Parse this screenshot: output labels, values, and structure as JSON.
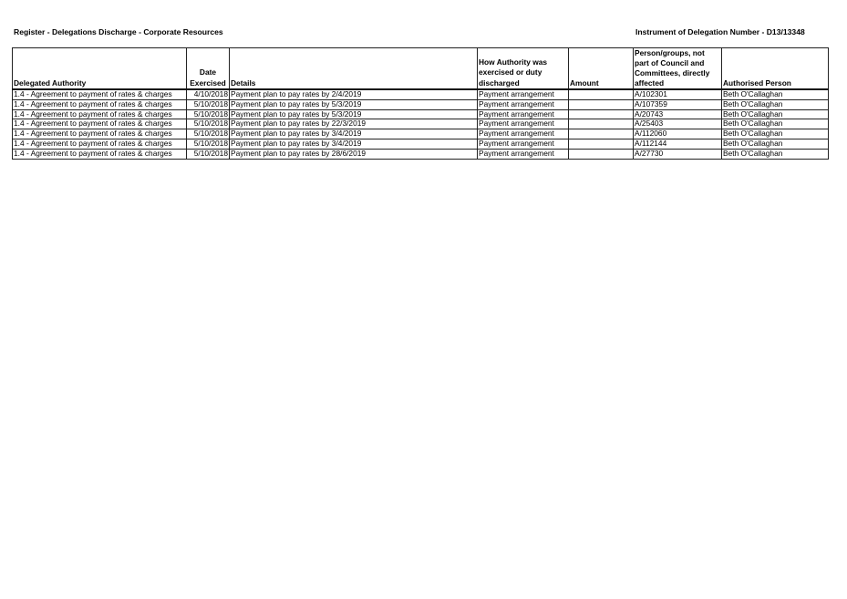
{
  "header": {
    "left_title": "Register - Delegations Discharge - Corporate Resources",
    "right_title": "Instrument of Delegation Number - D13/13348"
  },
  "table": {
    "columns": [
      "Delegated Authority",
      "Date Exercised",
      "Details",
      "How Authority was exercised or duty discharged",
      "Amount",
      "Person/groups, not part of Council and Committees, directly affected",
      "Authorised Person"
    ],
    "rows": [
      {
        "authority": "1.4 - Agreement to payment of rates & charges",
        "date": "4/10/2018",
        "details": "Payment plan to pay rates by 2/4/2019",
        "how": "Payment arrangement",
        "amount": "",
        "person": "A/102301",
        "authorised": "Beth O'Callaghan"
      },
      {
        "authority": "1.4 - Agreement to payment of rates & charges",
        "date": "5/10/2018",
        "details": "Payment plan to pay rates by 5/3/2019",
        "how": "Payment arrangement",
        "amount": "",
        "person": "A/107359",
        "authorised": "Beth O'Callaghan"
      },
      {
        "authority": "1.4 - Agreement to payment of rates & charges",
        "date": "5/10/2018",
        "details": "Payment plan to pay rates by 5/3/2019",
        "how": "Payment arrangement",
        "amount": "",
        "person": "A/20743",
        "authorised": "Beth O'Callaghan"
      },
      {
        "authority": "1.4 - Agreement to payment of rates & charges",
        "date": "5/10/2018",
        "details": "Payment plan to pay rates by 22/3/2019",
        "how": "Payment arrangement",
        "amount": "",
        "person": "A/25403",
        "authorised": "Beth O'Callaghan"
      },
      {
        "authority": "1.4 - Agreement to payment of rates & charges",
        "date": "5/10/2018",
        "details": "Payment plan to pay rates by 3/4/2019",
        "how": "Payment arrangement",
        "amount": "",
        "person": "A/112060",
        "authorised": "Beth O'Callaghan"
      },
      {
        "authority": "1.4 - Agreement to payment of rates & charges",
        "date": "5/10/2018",
        "details": "Payment plan to pay rates by 3/4/2019",
        "how": "Payment arrangement",
        "amount": "",
        "person": "A/112144",
        "authorised": "Beth O'Callaghan"
      },
      {
        "authority": "1.4 - Agreement to payment of rates & charges",
        "date": "5/10/2018",
        "details": "Payment plan to pay rates by 28/6/2019",
        "how": "Payment arrangement",
        "amount": "",
        "person": "A/27730",
        "authorised": "Beth O'Callaghan"
      }
    ]
  }
}
